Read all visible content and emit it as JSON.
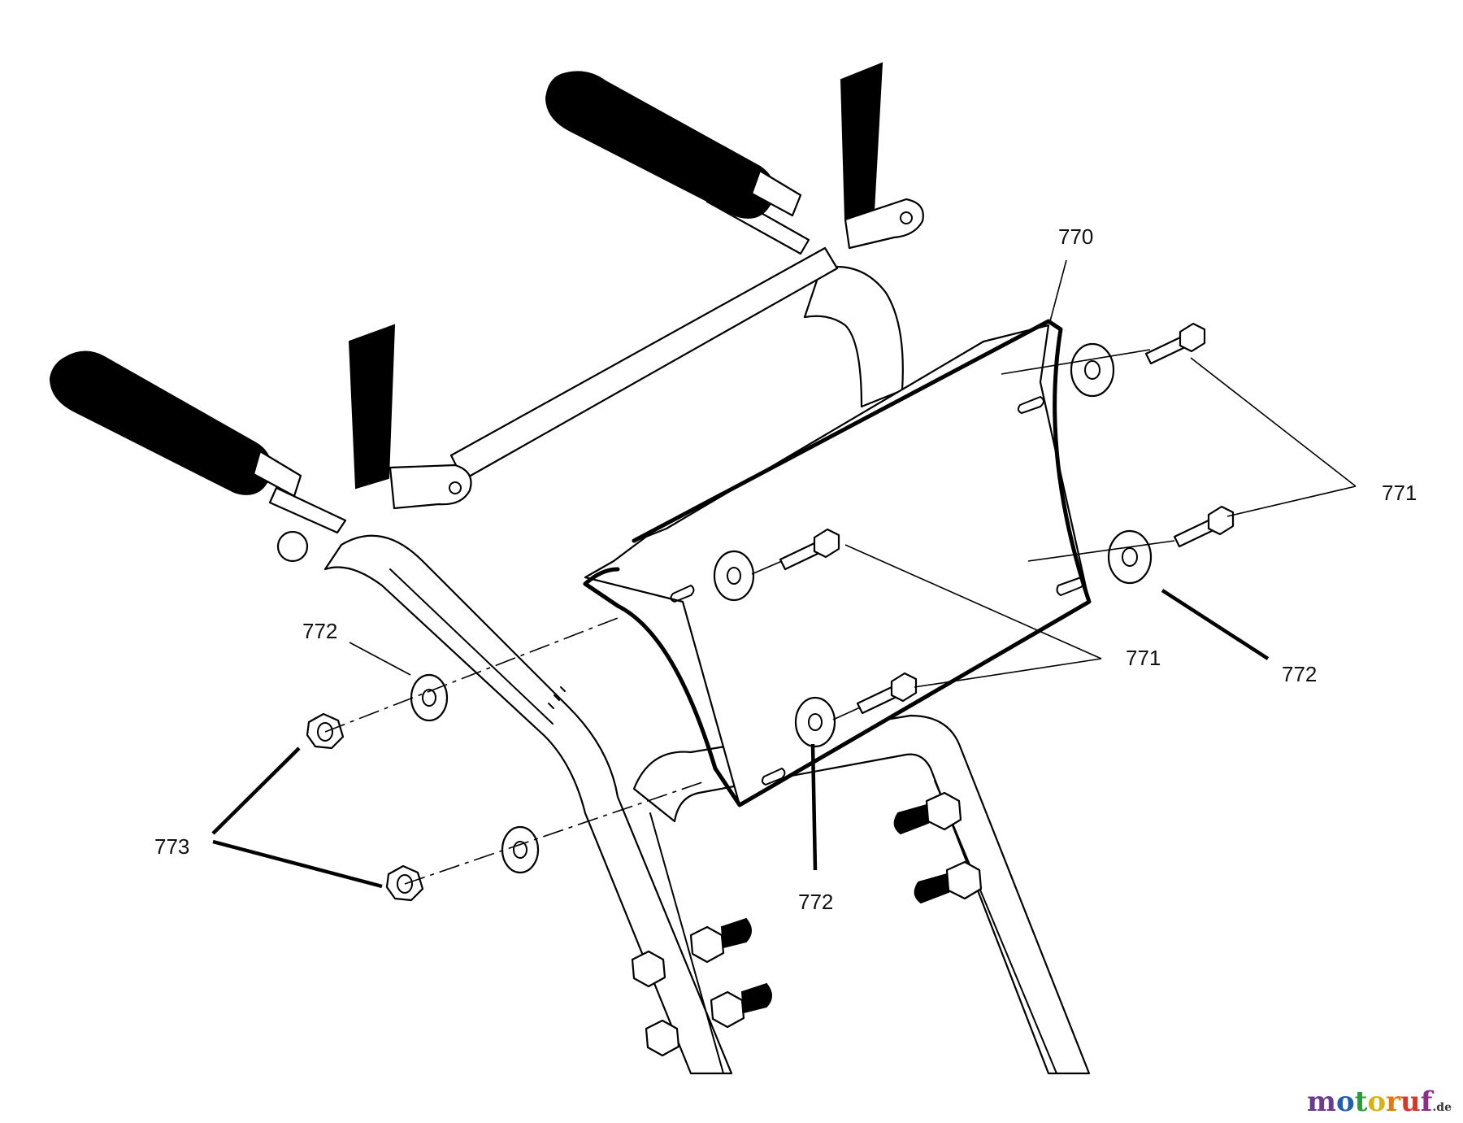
{
  "labels": {
    "c770": "770",
    "c771_a": "771",
    "c771_b": "771",
    "c772_a": "772",
    "c772_b": "772",
    "c772_c": "772",
    "c773": "773"
  },
  "watermark": {
    "letters": [
      "m",
      "o",
      "t",
      "o",
      "r",
      "u",
      "f"
    ],
    "colors": [
      "#6a3b8f",
      "#1f5fb0",
      "#2b9a3c",
      "#d8b21a",
      "#e07a12",
      "#d23b2a",
      "#8a2f8a"
    ],
    "suffix": ".de"
  }
}
